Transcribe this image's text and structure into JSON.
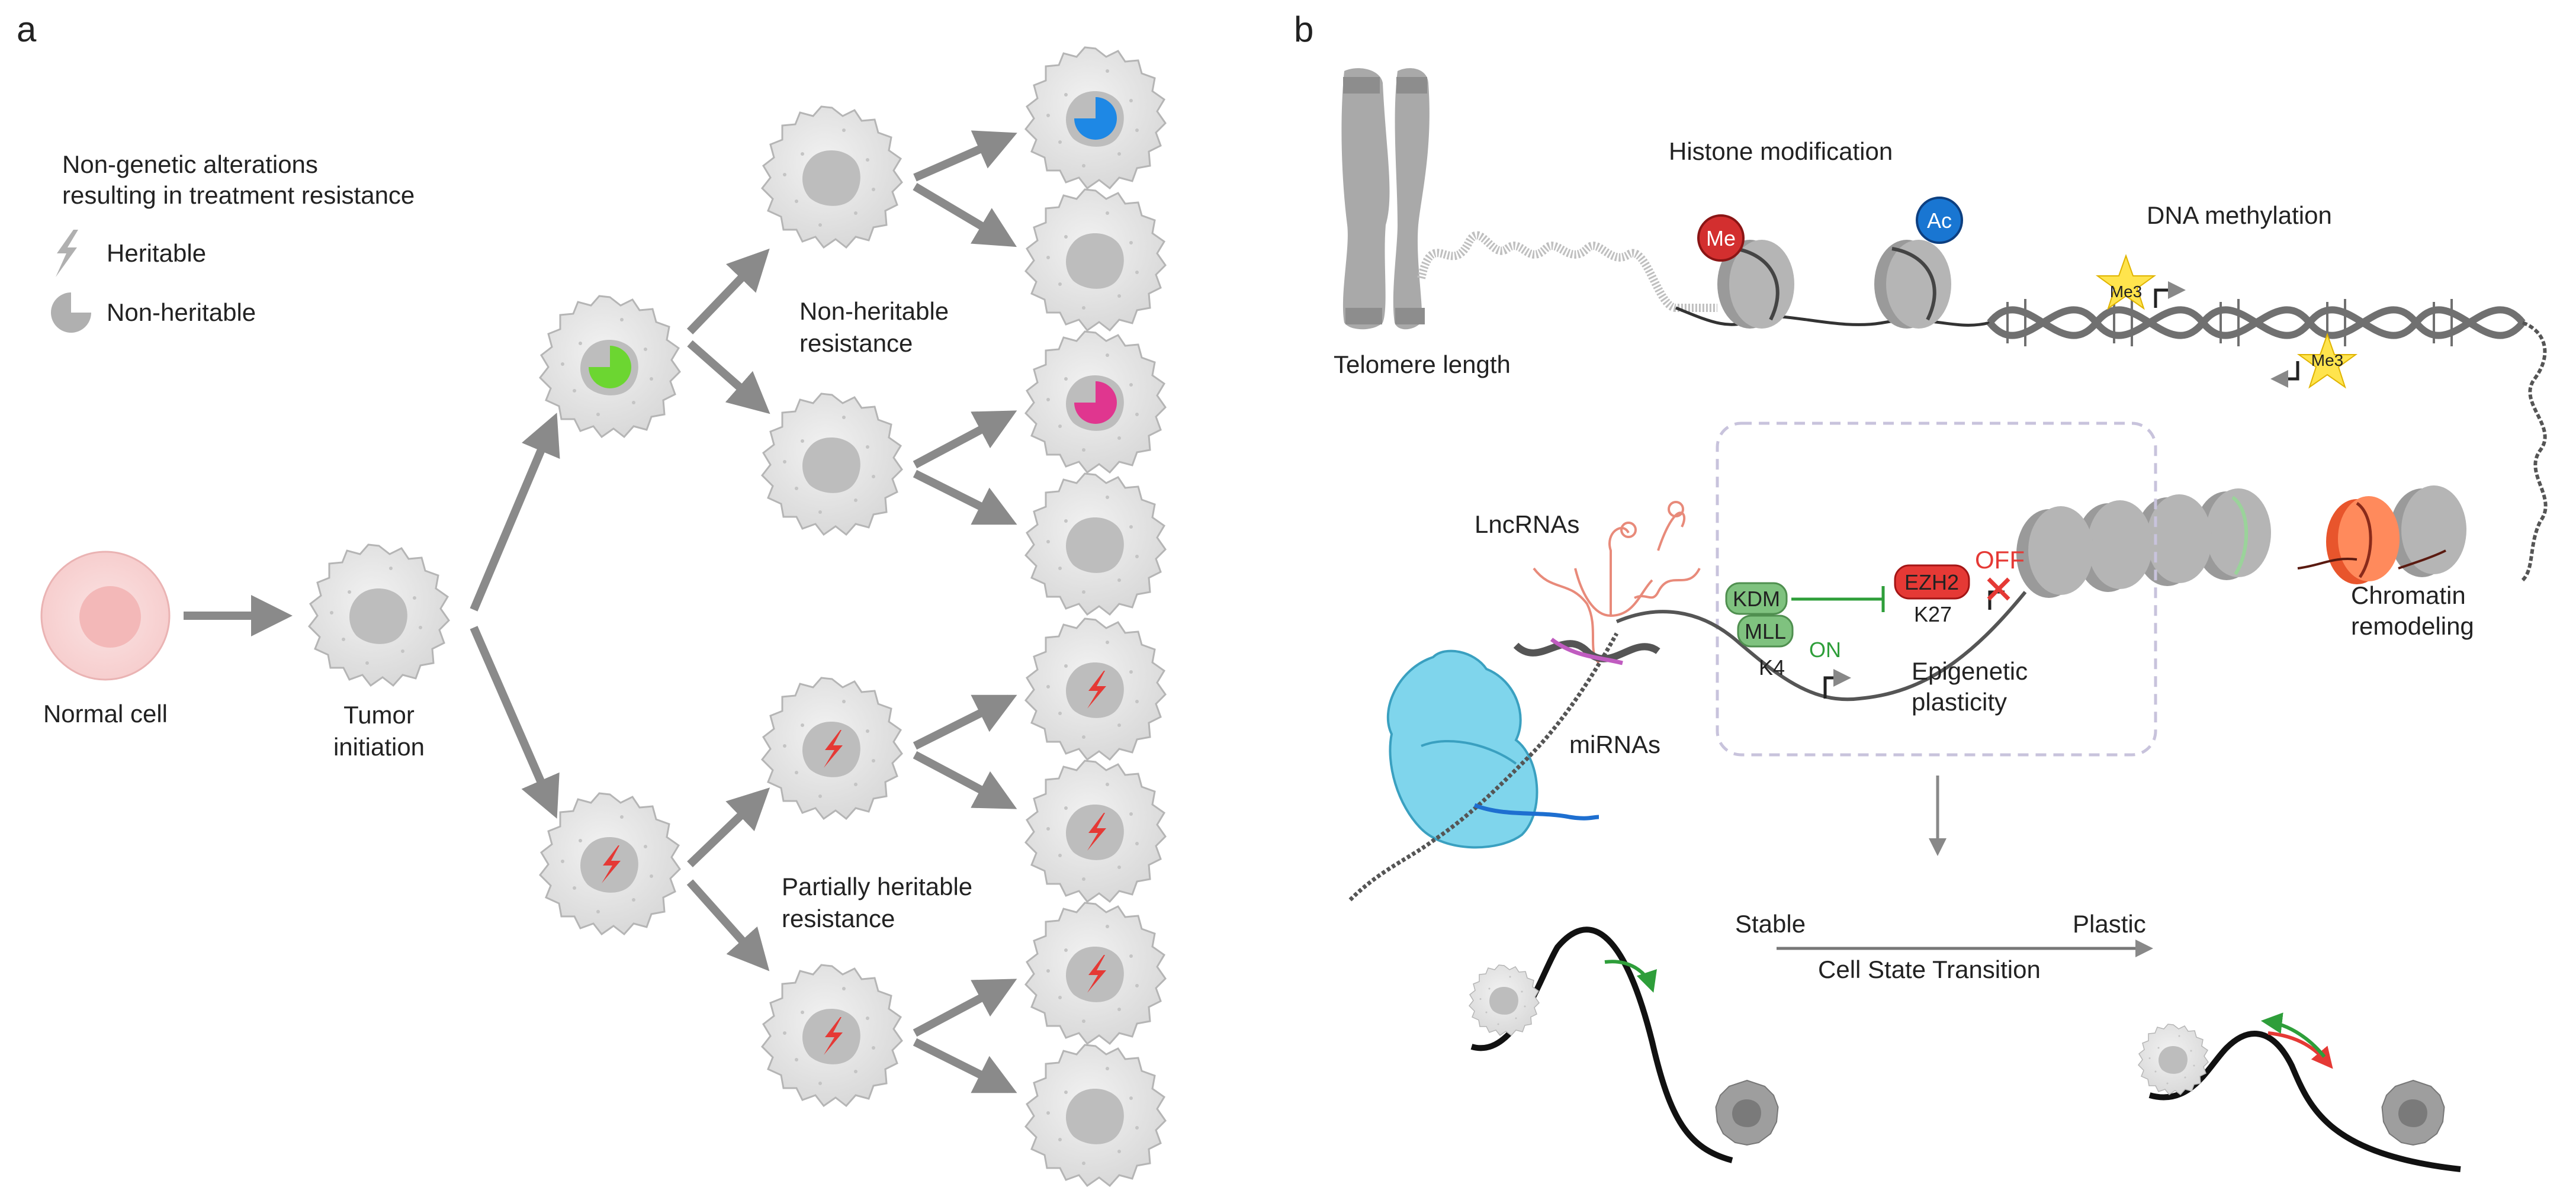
{
  "panel_a": {
    "letter": "a",
    "legend": {
      "title_line1": "Non-genetic alterations",
      "title_line2": "resulting in treatment resistance",
      "heritable": "Heritable",
      "non_heritable": "Non-heritable"
    },
    "normal_cell": "Normal cell",
    "tumor_initiation_line1": "Tumor",
    "tumor_initiation_line2": "initiation",
    "non_heritable_line1": "Non-heritable",
    "non_heritable_line2": "resistance",
    "partial_line1": "Partially heritable",
    "partial_line2": "resistance"
  },
  "panel_b": {
    "letter": "b",
    "telomere": "Telomere length",
    "histone": "Histone modification",
    "me": "Me",
    "ac": "Ac",
    "dna_methylation": "DNA methylation",
    "me3": "Me3",
    "chromatin_line1": "Chromatin",
    "chromatin_line2": "remodeling",
    "lncrnas": "LncRNAs",
    "mirnas": "miRNAs",
    "kdm": "KDM",
    "mll": "MLL",
    "k4": "K4",
    "on": "ON",
    "ezh2": "EZH2",
    "k27": "K27",
    "off": "OFF",
    "epi_line1": "Epigenetic",
    "epi_line2": "plasticity",
    "stable": "Stable",
    "plastic": "Plastic",
    "transition": "Cell State Transition"
  },
  "colors": {
    "cell_fill": "#e6e6e6",
    "nucleus": "#bdbdbd",
    "arrow": "#8a8a8a",
    "green": "#6cd631",
    "blue": "#1e88e5",
    "magenta": "#e0368f",
    "bolt": "#e53935",
    "normal_cell": "#f8d5d5"
  }
}
